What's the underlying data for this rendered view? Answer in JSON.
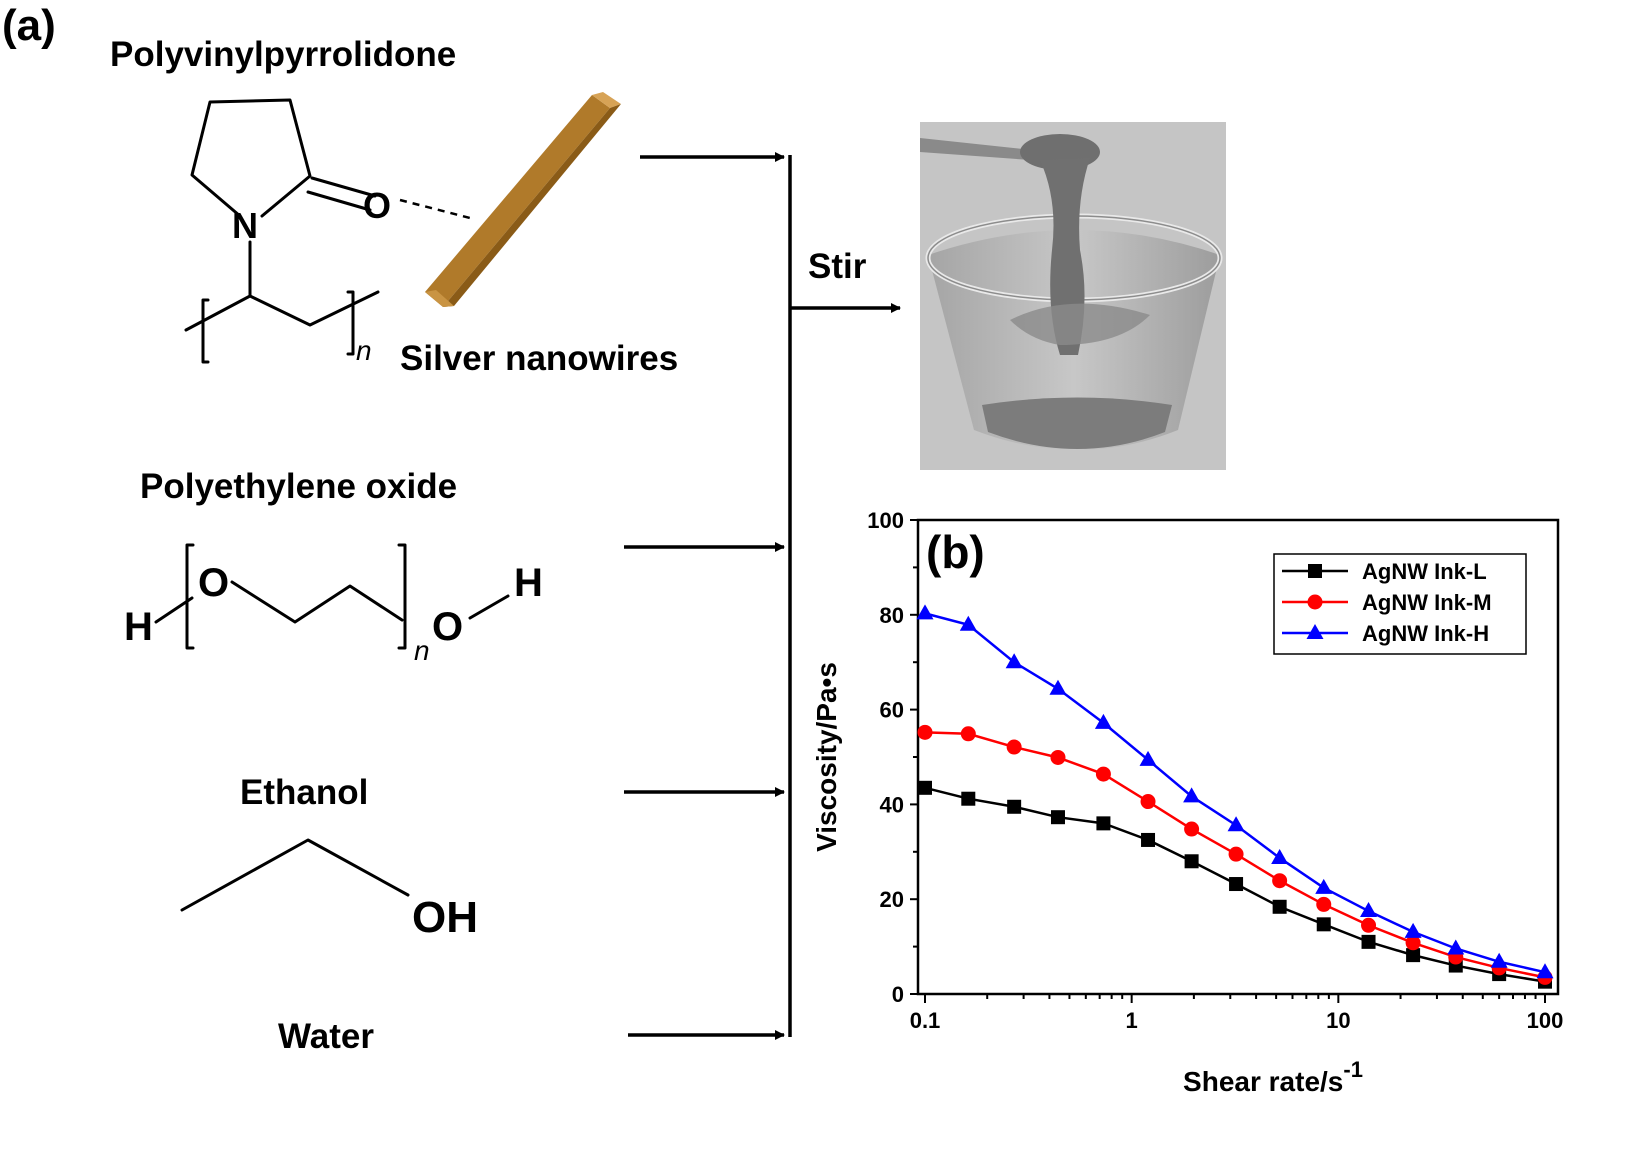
{
  "panel_a": {
    "label": "(a)",
    "pvp": {
      "title": "Polyvinylpyrrolidone",
      "atom_n": "N",
      "atom_o": "O",
      "subscript": "n"
    },
    "nanowire": {
      "title": "Silver nanowires",
      "color": "#b07a2a"
    },
    "peo": {
      "title": "Polyethylene oxide",
      "atom_h_left": "H",
      "atom_o_left": "O",
      "atom_o_right": "O",
      "atom_h_right": "H",
      "subscript": "n"
    },
    "ethanol": {
      "title": "Ethanol",
      "group": "OH"
    },
    "water": {
      "title": "Water"
    },
    "process": {
      "label": "Stir"
    }
  },
  "panel_b": {
    "label": "(b)"
  },
  "chart_data": {
    "type": "line",
    "xlabel": "Shear rate/s",
    "xlabel_sup": "-1",
    "ylabel": "Viscosity/Pa•s",
    "xscale": "log",
    "xlim": [
      0.1,
      100
    ],
    "ylim": [
      0,
      100
    ],
    "xticks": [
      0.1,
      1,
      10,
      100
    ],
    "xtick_labels": [
      "0.1",
      "1",
      "10",
      "100"
    ],
    "yticks": [
      0,
      20,
      40,
      60,
      80,
      100
    ],
    "ytick_labels": [
      "0",
      "20",
      "40",
      "60",
      "80",
      "100"
    ],
    "legend_position": "top-right",
    "grid": false,
    "x": [
      0.1,
      0.162,
      0.27,
      0.44,
      0.73,
      1.2,
      1.95,
      3.2,
      5.2,
      8.5,
      14,
      23,
      37,
      60,
      100
    ],
    "series": [
      {
        "name": "AgNW Ink-L",
        "color": "#000000",
        "marker": "square",
        "values": [
          43.5,
          41.2,
          39.5,
          37.3,
          36.0,
          32.5,
          28.0,
          23.2,
          18.4,
          14.7,
          11.0,
          8.2,
          6.0,
          4.2,
          2.6
        ]
      },
      {
        "name": "AgNW Ink-M",
        "color": "#ff0000",
        "marker": "circle",
        "values": [
          55.2,
          54.9,
          52.1,
          49.9,
          46.4,
          40.6,
          34.8,
          29.5,
          23.9,
          18.9,
          14.5,
          10.8,
          7.8,
          5.5,
          3.5
        ]
      },
      {
        "name": "AgNW Ink-H",
        "color": "#0000ff",
        "marker": "triangle",
        "values": [
          80.3,
          77.9,
          70.0,
          64.4,
          57.2,
          49.4,
          41.7,
          35.6,
          28.7,
          22.4,
          17.5,
          13.1,
          9.6,
          6.8,
          4.6
        ]
      }
    ]
  }
}
